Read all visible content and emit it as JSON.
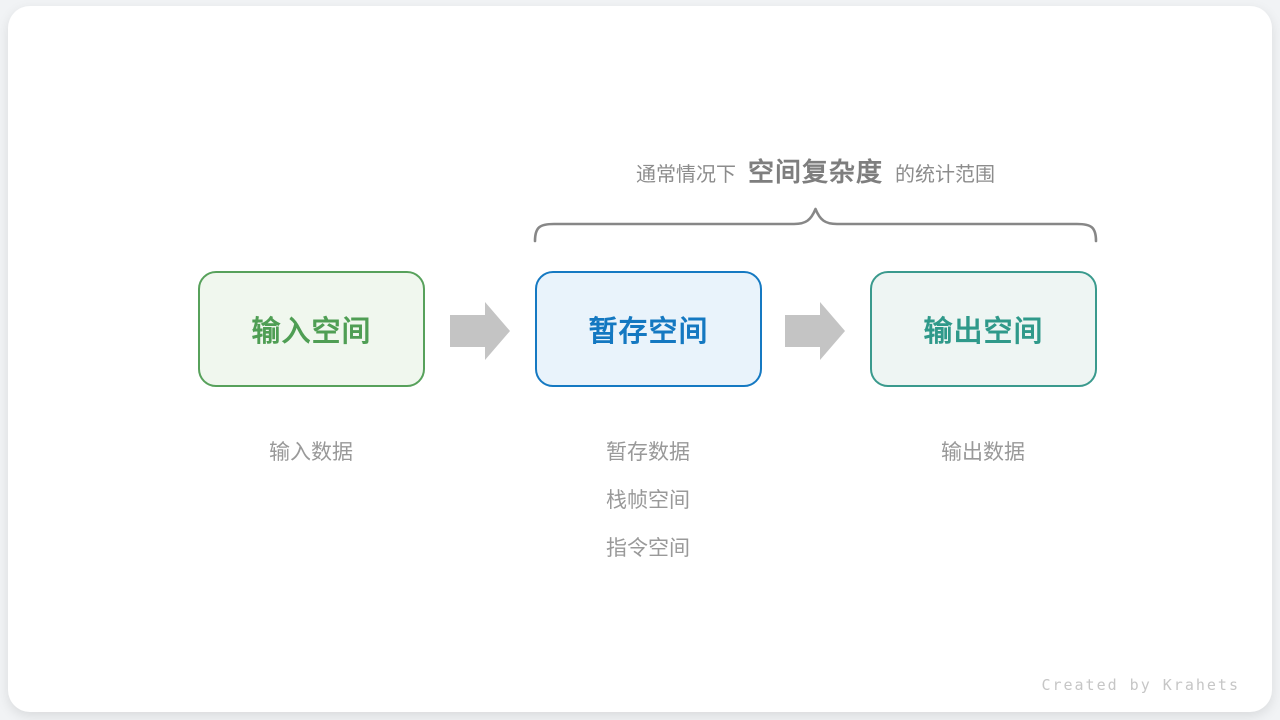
{
  "caption": {
    "prefix": "通常情况下",
    "term": "空间复杂度",
    "suffix": "的统计范围"
  },
  "boxes": [
    {
      "id": "input-space",
      "label": "输入空间",
      "theme": "green",
      "border": "#57a15b",
      "fill": "#f0f7ee",
      "text": "#4f9e54"
    },
    {
      "id": "temp-space",
      "label": "暂存空间",
      "theme": "blue",
      "border": "#1579c2",
      "fill": "#e9f3fb",
      "text": "#1478c1"
    },
    {
      "id": "output-space",
      "label": "输出空间",
      "theme": "teal",
      "border": "#3a9a8d",
      "fill": "#eef5f3",
      "text": "#2f998a"
    }
  ],
  "annotations": [
    {
      "lines": [
        "输入数据"
      ]
    },
    {
      "lines": [
        "暂存数据",
        "栈帧空间",
        "指令空间"
      ]
    },
    {
      "lines": [
        "输出数据"
      ]
    }
  ],
  "footer": {
    "credit": "Created by Krahets"
  },
  "colors": {
    "arrow": "#c4c4c4",
    "brace": "#878787",
    "caption_regular": "#8c8c8c",
    "caption_bold": "#7e7e7e",
    "annotation": "#999999",
    "credit": "#c6c6c6",
    "card_background": "#ffffff",
    "page_background": "#f1f3f5"
  }
}
